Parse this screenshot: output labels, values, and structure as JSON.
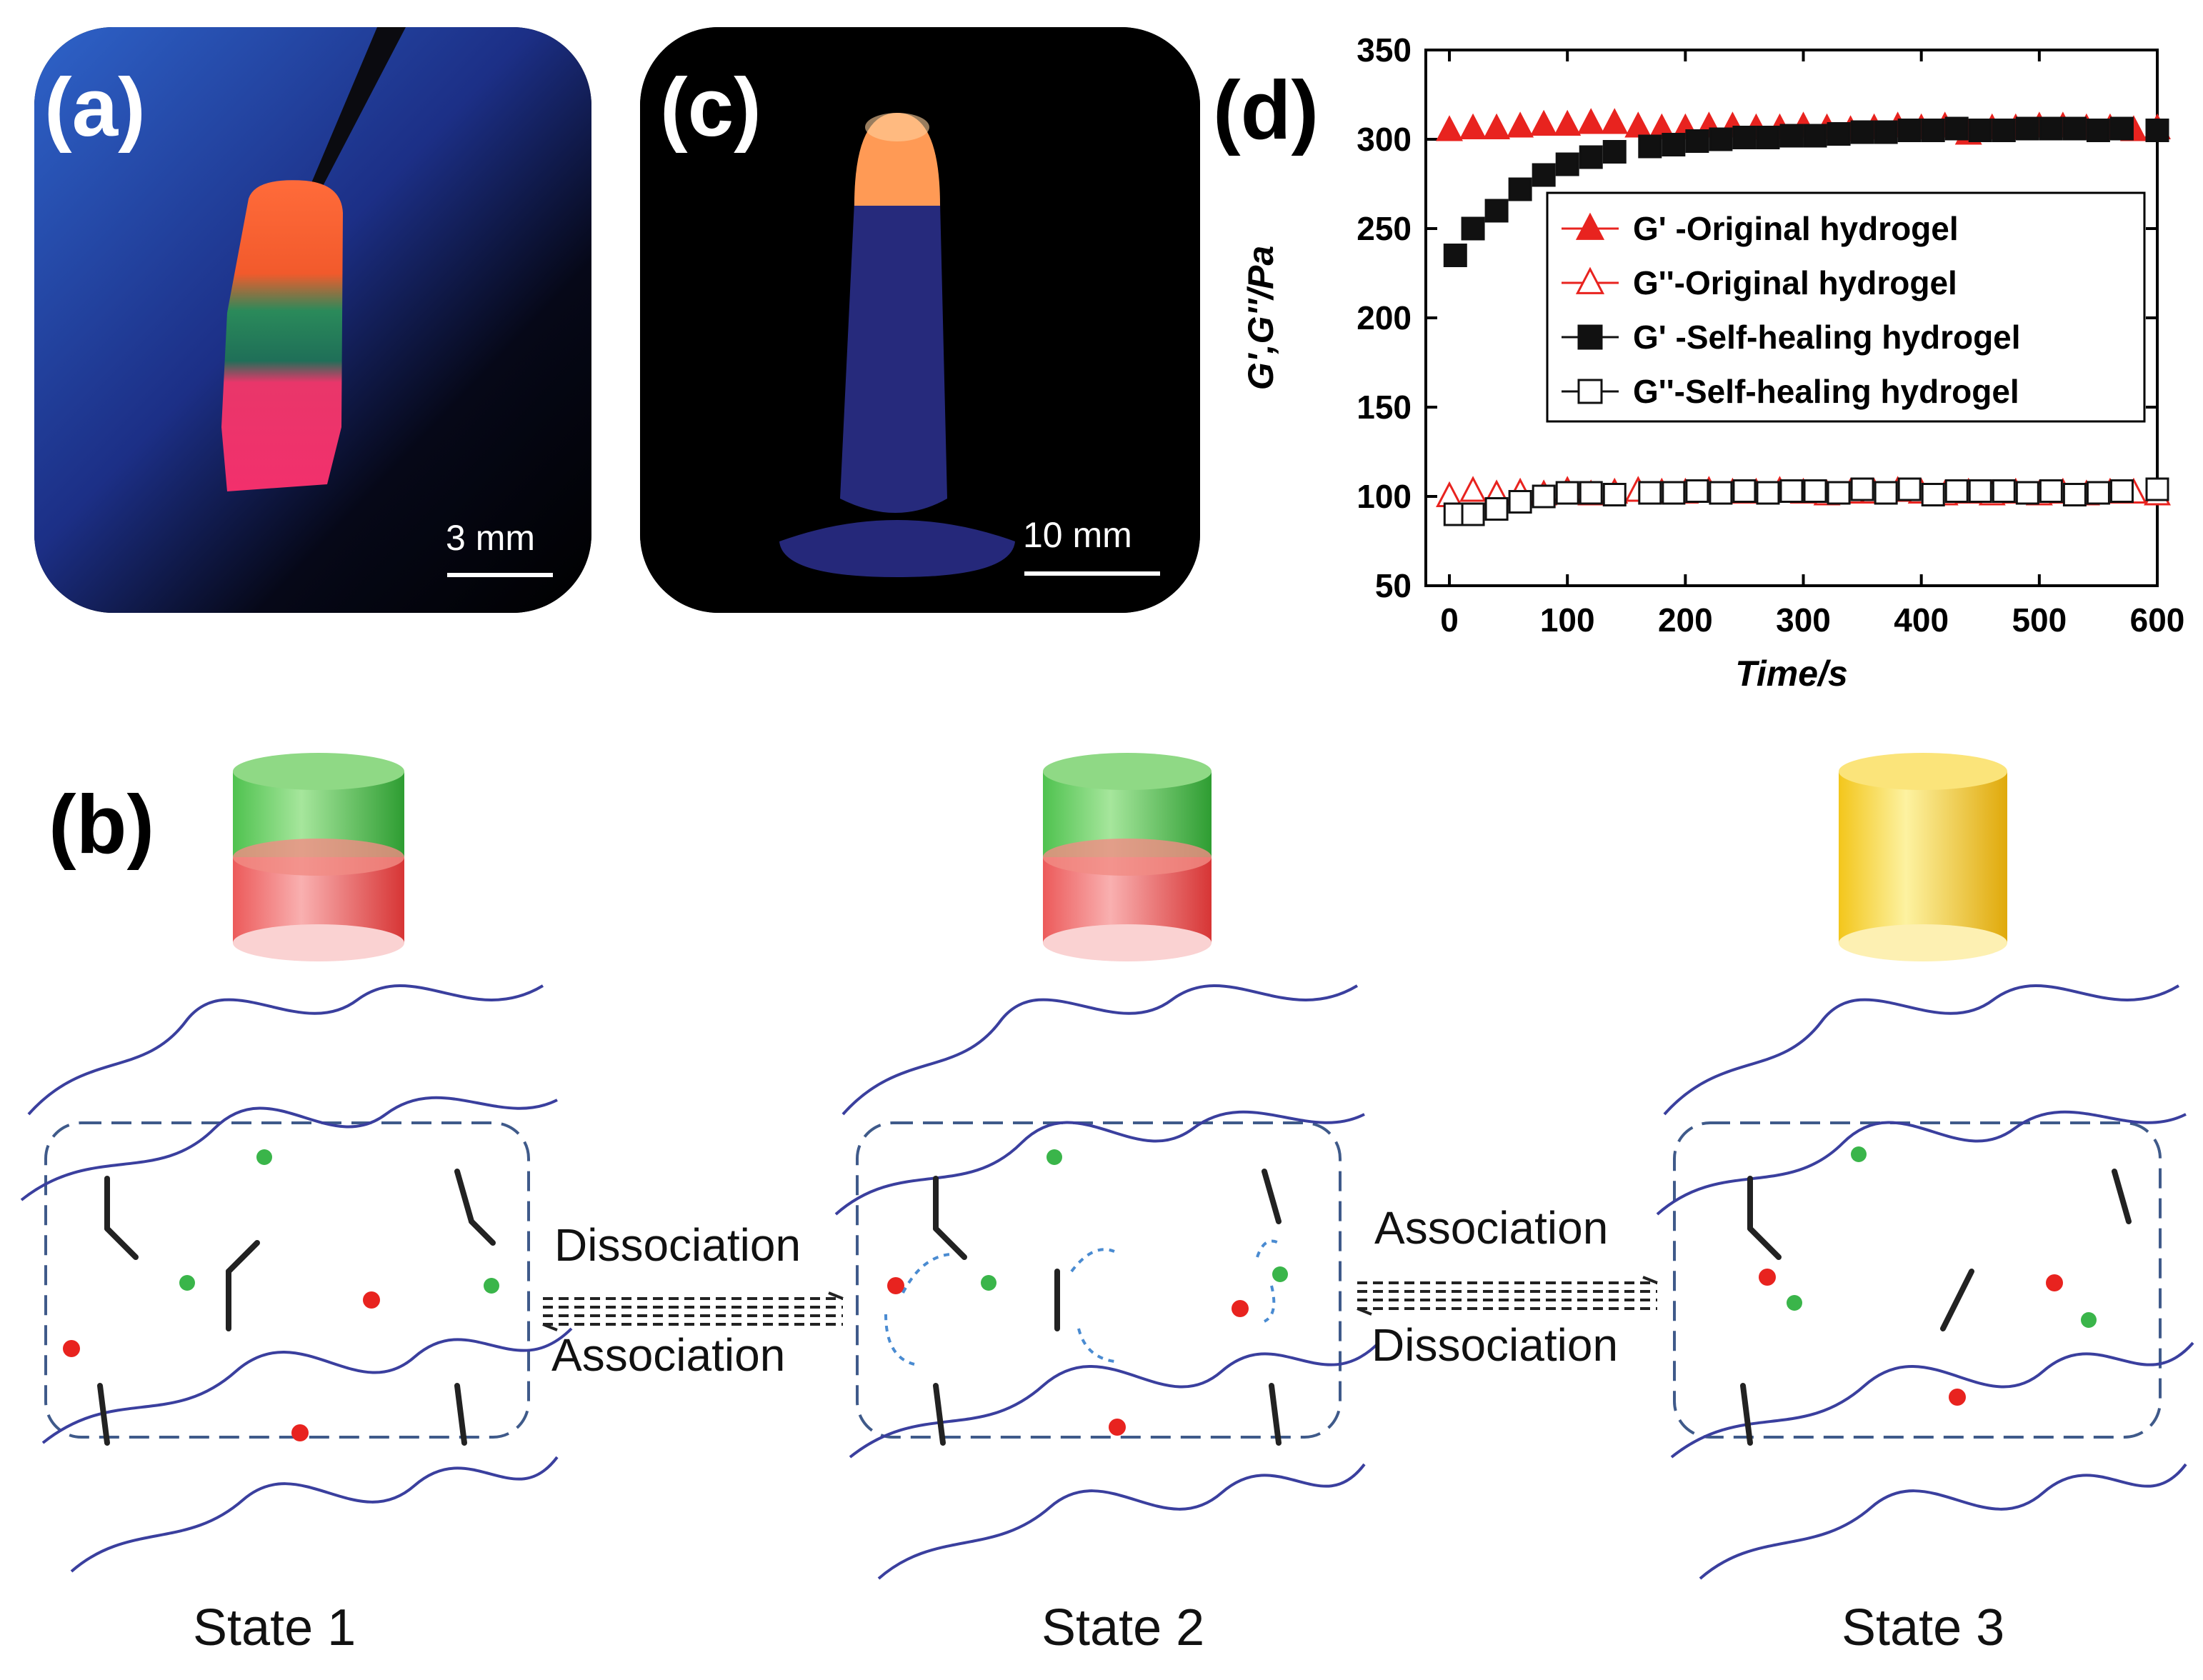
{
  "panels": {
    "a": {
      "label": "(a)",
      "scale": "3 mm"
    },
    "c": {
      "label": "(c)",
      "scale": "10 mm"
    },
    "d": {
      "label": "(d)"
    },
    "b": {
      "label": "(b)"
    }
  },
  "scheme": {
    "states": [
      "State 1",
      "State 2",
      "State 3"
    ],
    "arrow1": {
      "top": "Dissociation",
      "bottom": "Association"
    },
    "arrow2": {
      "top": "Association",
      "bottom": "Dissociation"
    }
  },
  "colors": {
    "red": "#e8231f",
    "black": "#111111",
    "chain": "#3a3f9e",
    "green": "#3ab54a"
  },
  "chart_data": {
    "type": "scatter",
    "xlabel": "Time/s",
    "ylabel": "G',G''/Pa",
    "xlim": [
      -20,
      600
    ],
    "ylim": [
      50,
      350
    ],
    "xticks": [
      0,
      100,
      200,
      300,
      400,
      500,
      600
    ],
    "yticks": [
      50,
      100,
      150,
      200,
      250,
      300,
      350
    ],
    "legend_position": "center-right",
    "series": [
      {
        "name": "G' -Original hydrogel",
        "marker": "filled-triangle",
        "color": "#e8231f",
        "x": [
          0,
          20,
          40,
          60,
          80,
          100,
          120,
          140,
          160,
          180,
          200,
          220,
          240,
          260,
          280,
          300,
          320,
          340,
          360,
          380,
          400,
          420,
          440,
          460,
          480,
          500,
          520,
          540,
          560,
          580,
          600
        ],
        "y": [
          305,
          306,
          306,
          307,
          308,
          308,
          309,
          309,
          307,
          306,
          306,
          307,
          307,
          306,
          306,
          307,
          306,
          305,
          306,
          307,
          306,
          307,
          303,
          306,
          306,
          307,
          307,
          306,
          306,
          305,
          306
        ]
      },
      {
        "name": "G''-Original hydrogel",
        "marker": "open-triangle",
        "color": "#e8231f",
        "x": [
          0,
          20,
          40,
          60,
          80,
          100,
          120,
          140,
          160,
          180,
          200,
          220,
          240,
          260,
          280,
          300,
          320,
          340,
          360,
          380,
          400,
          420,
          440,
          460,
          480,
          500,
          520,
          540,
          560,
          580,
          600
        ],
        "y": [
          100,
          103,
          101,
          102,
          101,
          103,
          101,
          102,
          103,
          102,
          102,
          103,
          102,
          102,
          103,
          102,
          101,
          102,
          102,
          103,
          102,
          101,
          102,
          101,
          102,
          101,
          102,
          101,
          102,
          102,
          101
        ]
      },
      {
        "name": "G' -Self-healing hydrogel",
        "marker": "filled-square",
        "color": "#111111",
        "x": [
          5,
          20,
          40,
          60,
          80,
          100,
          120,
          140,
          170,
          190,
          210,
          230,
          250,
          270,
          290,
          310,
          330,
          350,
          370,
          390,
          410,
          430,
          450,
          470,
          490,
          510,
          530,
          550,
          570,
          600
        ],
        "y": [
          235,
          250,
          260,
          272,
          280,
          286,
          290,
          293,
          296,
          297,
          299,
          300,
          301,
          301,
          302,
          302,
          303,
          304,
          304,
          305,
          305,
          306,
          305,
          305,
          306,
          306,
          306,
          305,
          306,
          305
        ]
      },
      {
        "name": "G''-Self-healing hydrogel",
        "marker": "open-square",
        "color": "#111111",
        "x": [
          5,
          20,
          40,
          60,
          80,
          100,
          120,
          140,
          170,
          190,
          210,
          230,
          250,
          270,
          290,
          310,
          330,
          350,
          370,
          390,
          410,
          430,
          450,
          470,
          490,
          510,
          530,
          550,
          570,
          600
        ],
        "y": [
          90,
          90,
          93,
          97,
          100,
          102,
          102,
          101,
          102,
          102,
          103,
          102,
          103,
          102,
          103,
          103,
          102,
          104,
          102,
          104,
          101,
          103,
          103,
          103,
          102,
          103,
          101,
          102,
          103,
          104
        ]
      }
    ]
  }
}
